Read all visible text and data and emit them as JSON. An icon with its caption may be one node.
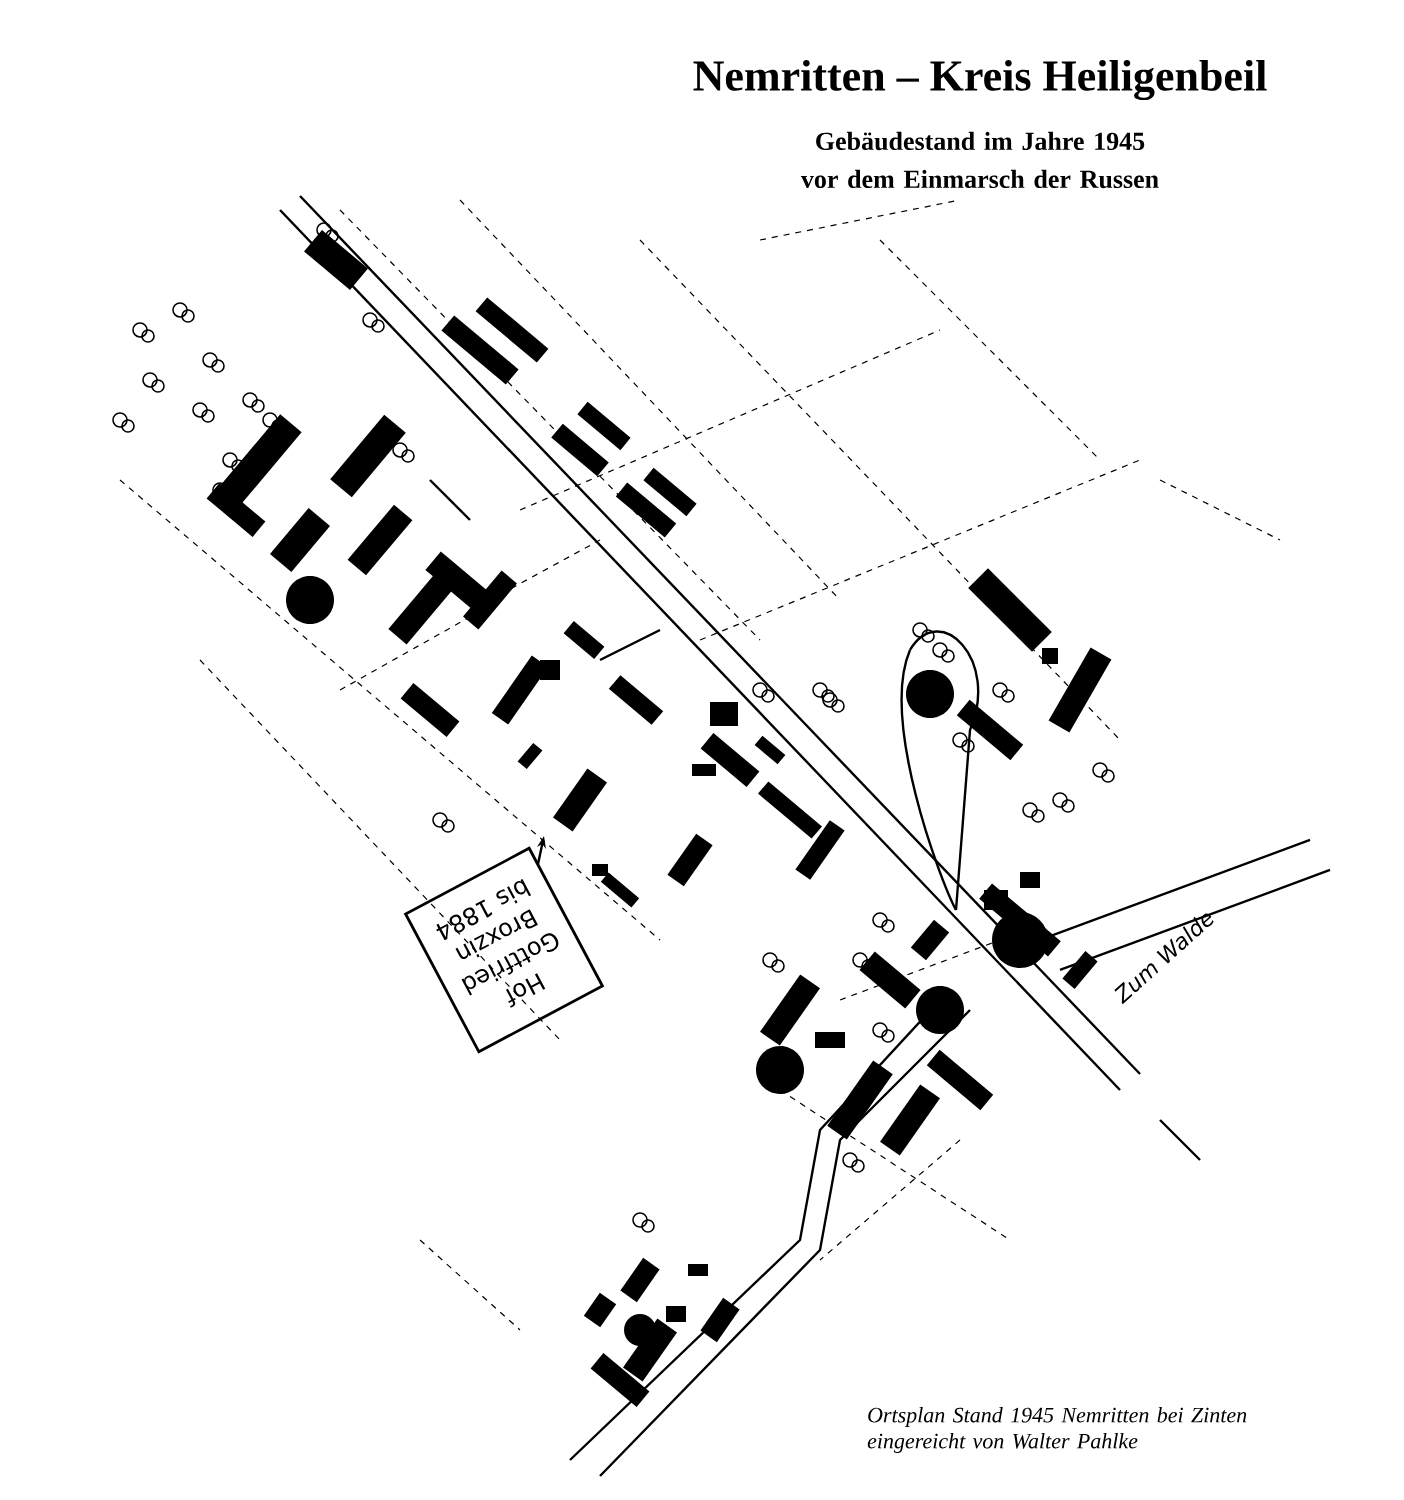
{
  "diagram": {
    "title": "Nemritten – Kreis Heiligenbeil",
    "caption": "Ortsplan Stand 1945 Nemritten bei Zinten eingereicht von Walter Pahlke",
    "nodes": [
      {
        "text": [
          "Hof Gottfried Broxzin bis 1884"
        ]
      }
    ],
    "labels": [
      "Gebäudestand im Jahre 1945 vor dem Einmarsch der Russen",
      "Zum Walde"
    ]
  }
}
